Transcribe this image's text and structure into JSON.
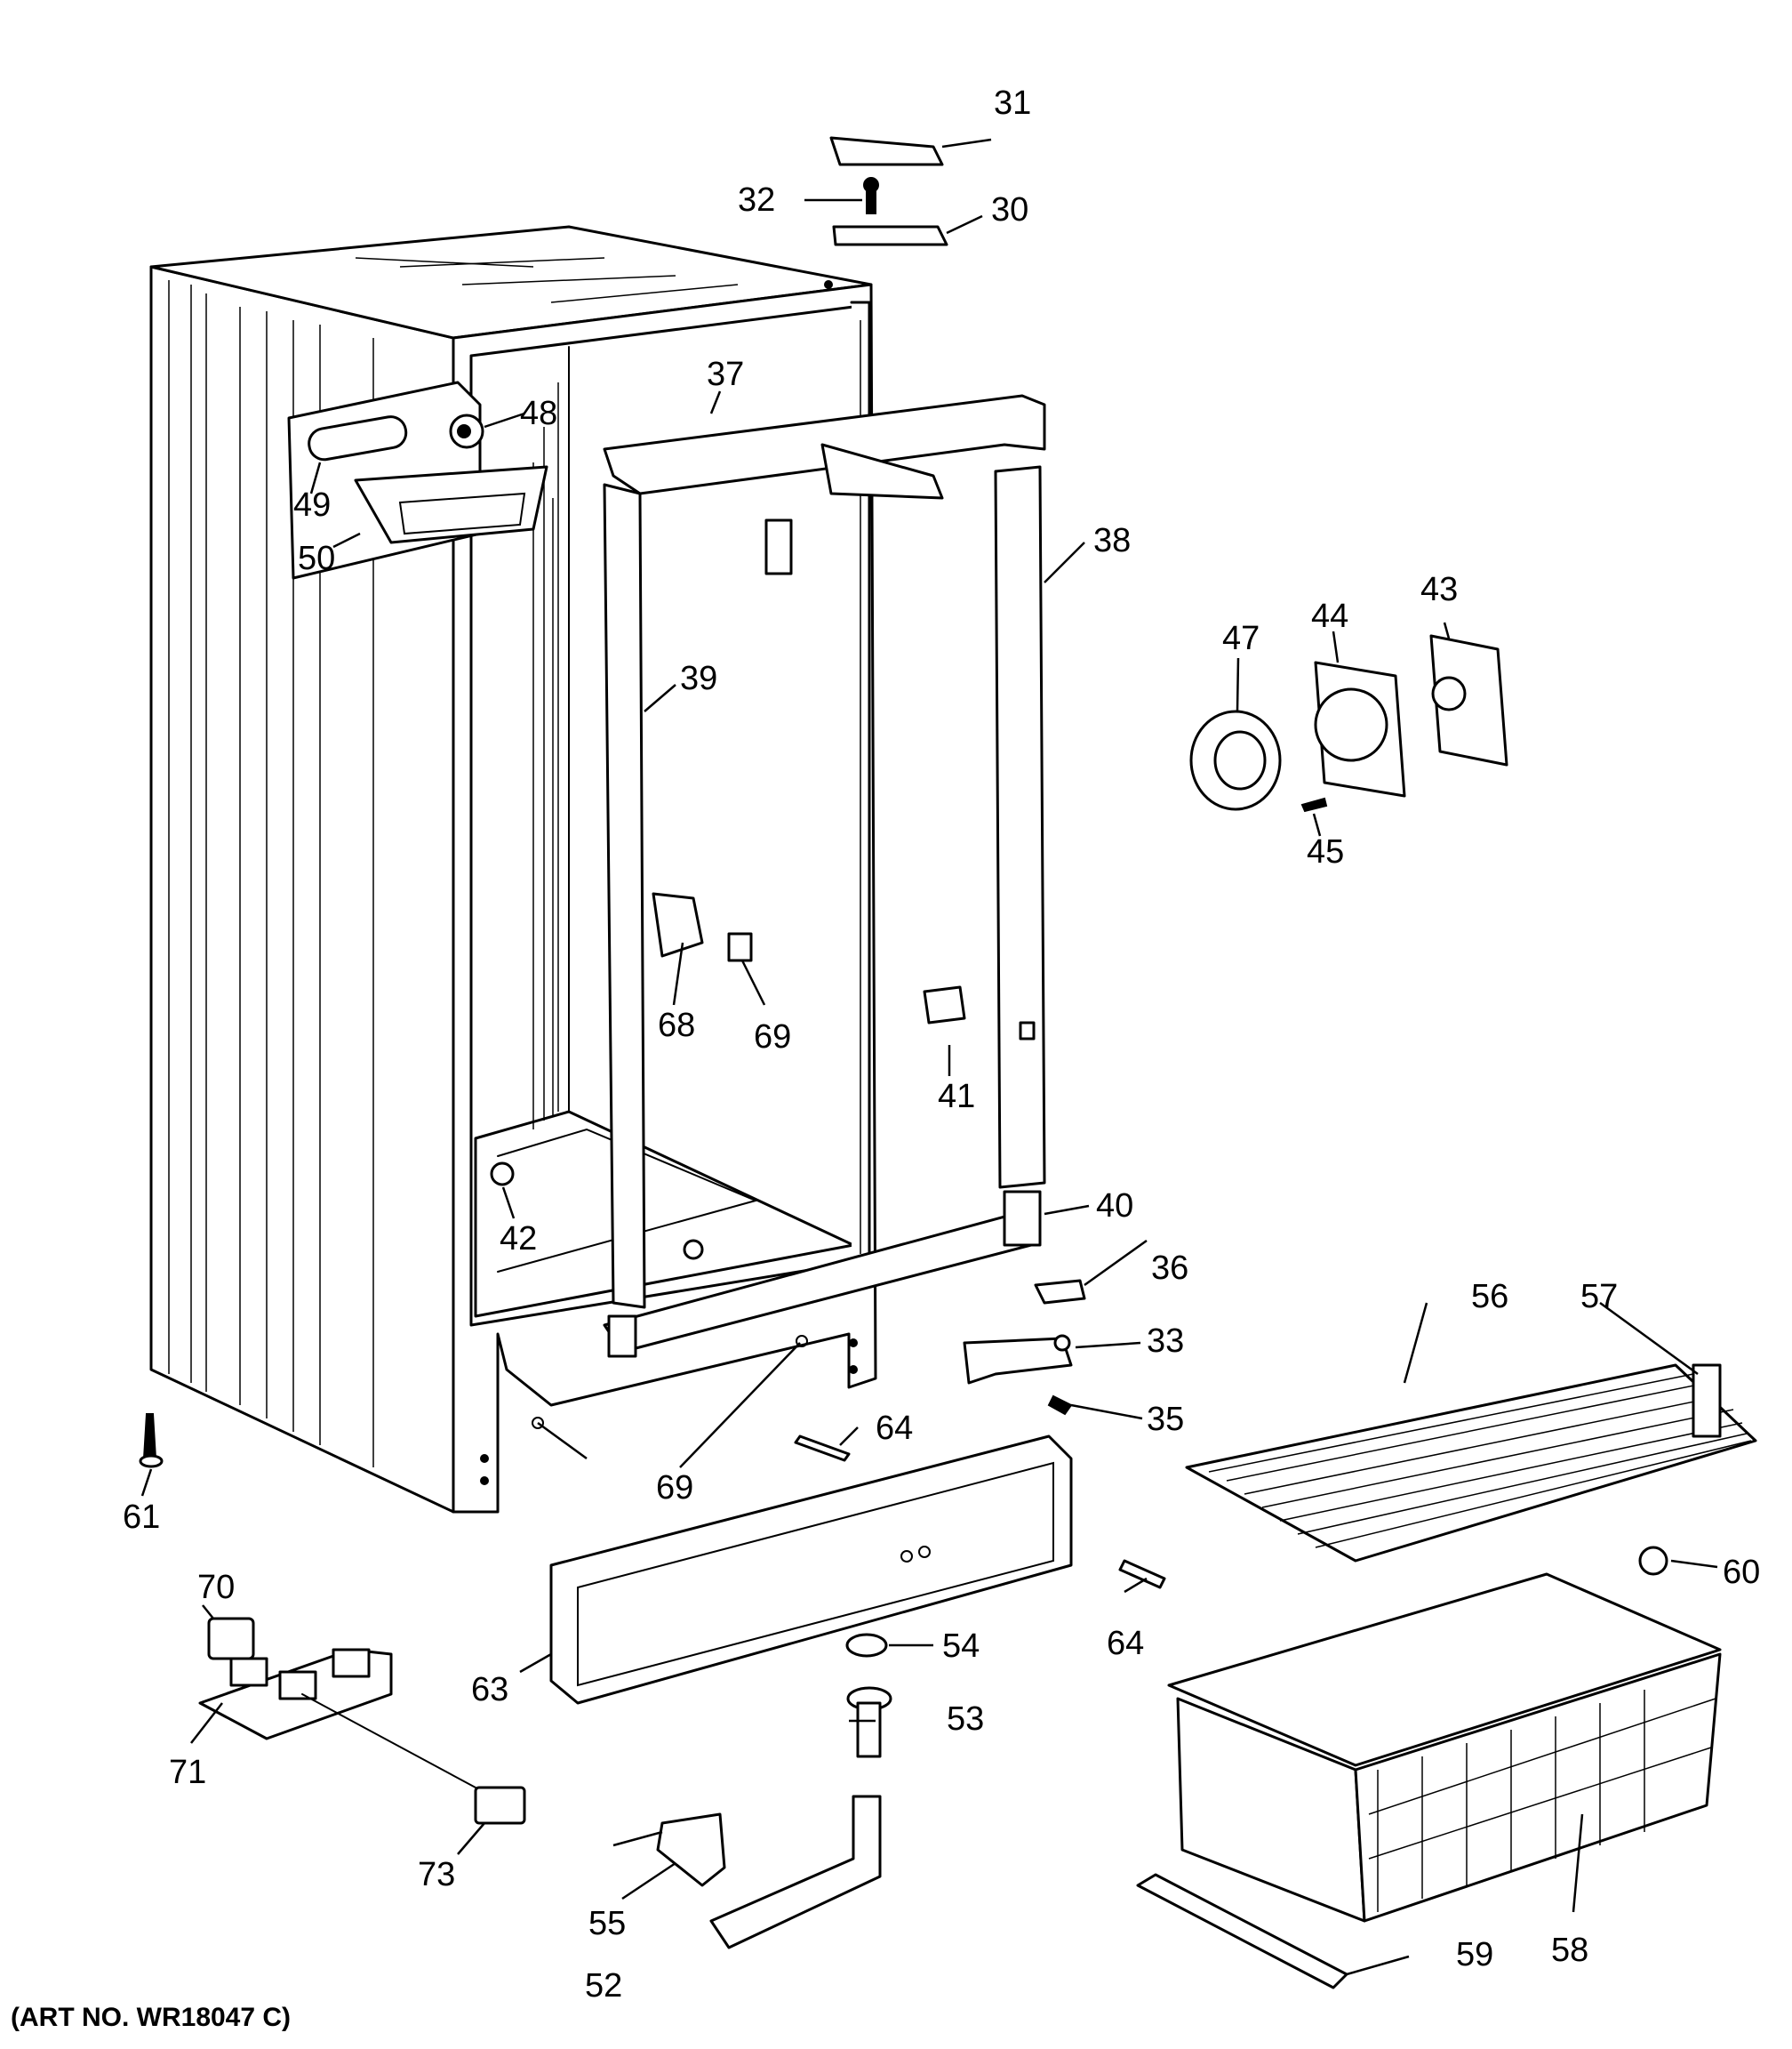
{
  "diagram": {
    "art_number": "(ART NO. WR18047 C)",
    "callouts": {
      "c30": "30",
      "c31": "31",
      "c32": "32",
      "c33": "33",
      "c35": "35",
      "c36": "36",
      "c37": "37",
      "c38": "38",
      "c39": "39",
      "c40": "40",
      "c41": "41",
      "c42": "42",
      "c43": "43",
      "c44": "44",
      "c45": "45",
      "c47": "47",
      "c48": "48",
      "c49": "49",
      "c50": "50",
      "c52": "52",
      "c53": "53",
      "c54": "54",
      "c55": "55",
      "c56": "56",
      "c57": "57",
      "c58": "58",
      "c59": "59",
      "c60": "60",
      "c61": "61",
      "c63": "63",
      "c64a": "64",
      "c64b": "64",
      "c68": "68",
      "c69a": "69",
      "c69b": "69",
      "c70": "70",
      "c71": "71",
      "c73": "73"
    }
  }
}
